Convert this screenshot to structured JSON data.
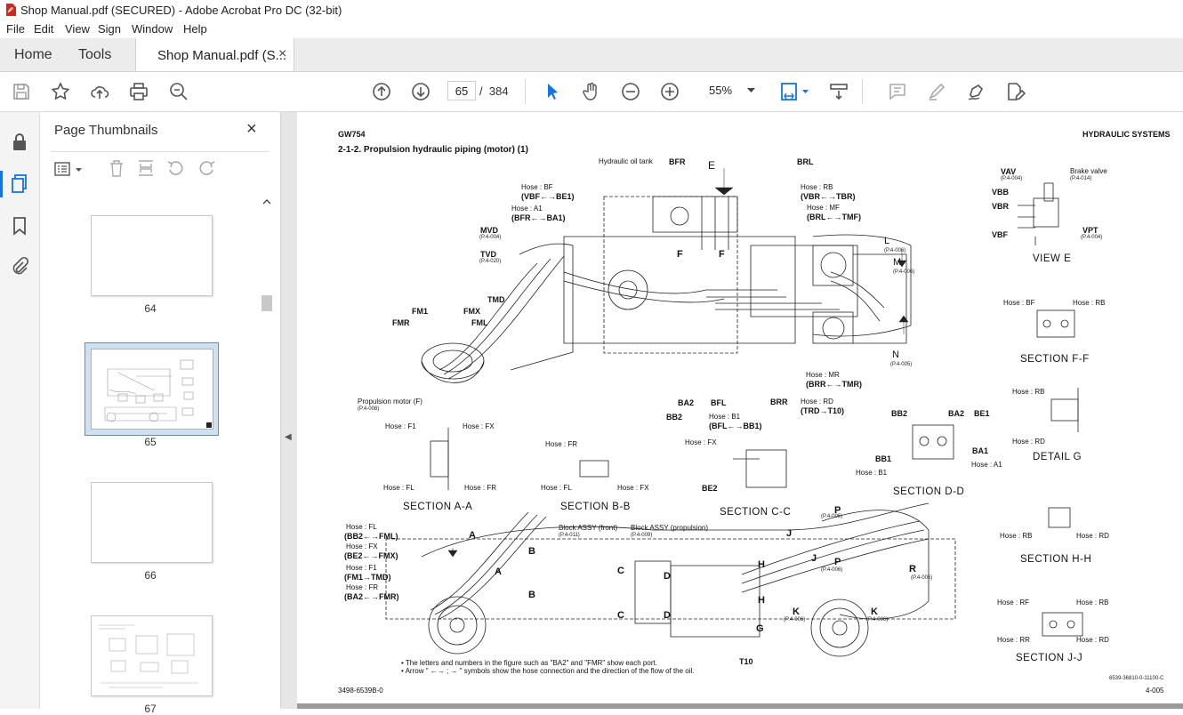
{
  "window": {
    "title": "Shop Manual.pdf (SECURED) - Adobe Acrobat Pro DC (32-bit)"
  },
  "menu": [
    "File",
    "Edit",
    "View",
    "Sign",
    "Window",
    "Help"
  ],
  "tabs": {
    "home": "Home",
    "tools": "Tools",
    "document": "Shop Manual.pdf (S...",
    "close": "×"
  },
  "toolbar": {
    "page_current": "65",
    "page_separator": "/",
    "page_total": "384",
    "zoom": "55%"
  },
  "panel": {
    "title": "Page Thumbnails",
    "close": "×"
  },
  "thumbnails": [
    {
      "label": "64",
      "selected": false
    },
    {
      "label": "65",
      "selected": true
    },
    {
      "label": "66",
      "selected": false
    },
    {
      "label": "67",
      "selected": false
    }
  ],
  "colors": {
    "accent": "#1473e6",
    "selected_thumb": "#cfe0f5",
    "selected_border": "#5b8bd6",
    "pdf_red": "#d4261c"
  },
  "document": {
    "header_left": "GW754",
    "header_right": "HYDRAULIC SYSTEMS",
    "section_title": "2-1-2. Propulsion hydraulic piping (motor) (1)",
    "labels": {
      "hydraulic_oil_tank": "Hydraulic oil tank",
      "bfr": "BFR",
      "e": "E",
      "brl": "BRL",
      "hose_bf": "Hose : BF",
      "hose_bf_conn": "(VBF←→BE1)",
      "hose_a1": "Hose : A1",
      "hose_a1_conn": "(BFR←→BA1)",
      "hose_rb": "Hose : RB",
      "hose_rb_conn": "(VBR←→TBR)",
      "hose_mf": "Hose : MF",
      "hose_mf_conn": "(BRL←→TMF)",
      "mvd": "MVD",
      "mvd_ref": "(P.4-004)",
      "tvd": "TVD",
      "tvd_ref": "(P.4-020)",
      "tmd": "TMD",
      "fm1": "FM1",
      "fmx": "FMX",
      "fmr": "FMR",
      "fml": "FML",
      "f1": "F",
      "f2": "F",
      "l": "L",
      "l_ref": "(P.4-006)",
      "m": "M",
      "m_ref": "(P.4-006)",
      "n": "N",
      "n_ref": "(P.4-005)",
      "hose_mr": "Hose : MR",
      "hose_mr_conn": "(BRR←→TMR)",
      "hose_rd": "Hose : RD",
      "hose_rd_conn": "(TRD→T10)",
      "brr": "BRR",
      "bfl": "BFL",
      "ba2": "BA2",
      "bb2": "BB2",
      "hose_b1": "Hose : B1",
      "hose_b1_conn": "(BFL←→BB1)",
      "prop_motor": "Propulsion motor (F)",
      "prop_motor_ref": "(P.4-008)",
      "vav": "VAV",
      "vav_ref": "(P.4-004)",
      "vbb": "VBB",
      "vbr": "VBR",
      "vbf": "VBF",
      "brake_valve": "Brake valve",
      "brake_valve_ref": "(P.4-014)",
      "vpt": "VPT",
      "vpt_ref": "(P.4-004)",
      "view_e": "VIEW  E",
      "ff_hose_bf": "Hose : BF",
      "ff_hose_rb": "Hose : RB",
      "section_ff": "SECTION  F-F",
      "g_hose_rb": "Hose : RB",
      "g_hose_rd": "Hose : RD",
      "detail_g": "DETAIL  G",
      "dd_bb2": "BB2",
      "dd_ba2": "BA2",
      "dd_be1": "BE1",
      "dd_bb1": "BB1",
      "dd_ba1": "BA1",
      "dd_hose_b1": "Hose : B1",
      "dd_hose_a1": "Hose : A1",
      "section_dd": "SECTION  D-D",
      "aa_hose_f1": "Hose : F1",
      "aa_hose_fx": "Hose : FX",
      "aa_hose_fl": "Hose : FL",
      "aa_hose_fr": "Hose : FR",
      "section_aa": "SECTION  A-A",
      "bb_hose_fr": "Hose : FR",
      "bb_hose_fl": "Hose : FL",
      "bb_hose_fx": "Hose : FX",
      "section_bb": "SECTION  B-B",
      "cc_hose_fx": "Hose : FX",
      "cc_be2": "BE2",
      "section_cc": "SECTION  C-C",
      "hh_hose_rb": "Hose : RB",
      "hh_hose_rd": "Hose : RD",
      "section_hh": "SECTION  H-H",
      "jj_hose_rf": "Hose : RF",
      "jj_hose_rb": "Hose : RB",
      "jj_hose_rr": "Hose : RR",
      "jj_hose_rd": "Hose : RD",
      "section_jj": "SECTION  J-J",
      "low_hose_fl": "Hose : FL",
      "low_hose_fl_conn": "(BB2←→FML)",
      "low_hose_fx": "Hose : FX",
      "low_hose_fx_conn": "(BE2←→FMX)",
      "low_hose_f1": "Hose : F1",
      "low_hose_f1_conn": "(FM1→TMD)",
      "low_hose_fr": "Hose : FR",
      "low_hose_fr_conn": "(BA2←→FMR)",
      "block_front": "Block ASSY (front)",
      "block_front_ref": "(P.4-011)",
      "block_prop": "Block ASSY (propulsion)",
      "block_prop_ref": "(P.4-009)",
      "a_up": "A",
      "a_dn": "A",
      "b_up": "B",
      "b_dn": "B",
      "c_up": "C",
      "c_dn": "C",
      "d_up": "D",
      "d_dn": "D",
      "h_up": "H",
      "h_dn": "H",
      "j_up": "J",
      "j_dn": "J",
      "p_up": "P",
      "p_up_ref": "(P.4-006)",
      "p_dn": "P",
      "p_dn_ref": "(P.4-006)",
      "r": "R",
      "r_ref": "(P.4-005)",
      "k1": "K",
      "k1_ref": "(P.4-006)",
      "k2": "K",
      "k2_ref": "(P.4-006)",
      "g": "G",
      "t10": "T10"
    },
    "notes": [
      "• The letters and numbers in the figure such as \"BA2\" and \"FMR\" show each port.",
      "• Arrow \" ←→ ; → \" symbols show the hose connection and the direction of the flow of the oil."
    ],
    "footer_left": "3498-6539B-0",
    "footer_code": "6539-36810-0-11100-C",
    "footer_right": "4-005"
  }
}
